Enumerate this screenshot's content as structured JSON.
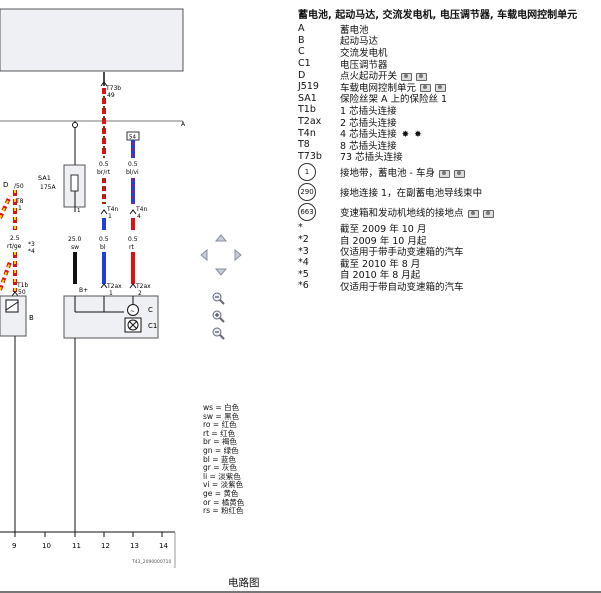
{
  "legend": {
    "title": "蓄电池, 起动马达, 交流发电机, 电压调节器, 车载电网控制单元",
    "items": [
      {
        "code": "A",
        "desc": "蓄电池",
        "icons": []
      },
      {
        "code": "B",
        "desc": "起动马达",
        "icons": []
      },
      {
        "code": "C",
        "desc": "交流发电机",
        "icons": []
      },
      {
        "code": "C1",
        "desc": "电压调节器",
        "icons": []
      },
      {
        "code": "D",
        "desc": "点火起动开关",
        "icons": [
          "camera-icon",
          "camera-icon"
        ]
      },
      {
        "code": "J519",
        "desc": "车载电网控制单元",
        "icons": [
          "camera-icon",
          "camera-icon"
        ]
      },
      {
        "code": "SA1",
        "desc": "保险丝架 A 上的保险丝 1",
        "icons": []
      },
      {
        "code": "T1b",
        "desc": "1 芯插头连接",
        "icons": []
      },
      {
        "code": "T2ax",
        "desc": "2 芯插头连接",
        "icons": []
      },
      {
        "code": "T4n",
        "desc": "4 芯插头连接",
        "icons": [
          "connector-icon",
          "connector-icon"
        ]
      },
      {
        "code": "T8",
        "desc": "8 芯插头连接",
        "icons": []
      },
      {
        "code": "T73b",
        "desc": "73 芯插头连接",
        "icons": []
      }
    ],
    "grounds": [
      {
        "code": "1",
        "desc": "接地带，蓄电池 - 车身",
        "icons": [
          "camera-icon",
          "camera-icon"
        ]
      },
      {
        "code": "290",
        "desc": "接地连接 1，在副蓄电池导线束中",
        "icons": []
      },
      {
        "code": "663",
        "desc": "变速箱和发动机地线的接地点",
        "icons": [
          "camera-icon",
          "camera-icon"
        ]
      }
    ],
    "notes": [
      {
        "code": "*",
        "desc": "截至 2009 年 10 月"
      },
      {
        "code": "*2",
        "desc": "自 2009 年 10 月起"
      },
      {
        "code": "*3",
        "desc": "仅适用于带手动变速箱的汽车"
      },
      {
        "code": "*4",
        "desc": "截至 2010 年 8 月"
      },
      {
        "code": "*5",
        "desc": "自 2010 年 8 月起"
      },
      {
        "code": "*6",
        "desc": "仅适用于带自动变速箱的汽车"
      }
    ]
  },
  "diagram": {
    "labels": {
      "t73b": "T73b",
      "t73b_pin": "49",
      "a_label": "A",
      "wire_red_size": "0.5",
      "wire_red_color": "br/rt",
      "wire_blvi_size": "0.5",
      "wire_blvi_color": "bl/vi",
      "box_a": "54",
      "sa1": "SA1",
      "sa1_rating": "175A",
      "d_label": "D",
      "d_pin": "/50",
      "t8": "T8",
      "t8_pin": "1",
      "t8_size": "2.5",
      "t8_color": "rt/ge",
      "n3": "*3",
      "n4": "*4",
      "t4n_a": "T4n",
      "t4n_a_pin": "1",
      "t4n_b": "T4n",
      "t4n_b_pin": "4",
      "sw_size": "25.0",
      "sw_color": "sw",
      "bl_size": "0.5",
      "bl_color": "bl",
      "rt_size": "0.5",
      "rt_color": "rt",
      "t1b": "T1b",
      "t1b_pin": "50",
      "b_label": "B",
      "bplus": "B+",
      "t2ax_a": "T2ax",
      "t2ax_a_pin": "1",
      "t2ax_b": "T2ax",
      "t2ax_b_pin": "2",
      "c_label": "C",
      "c1_label": "C1",
      "sa1_pin": "1"
    },
    "columns": [
      "9",
      "10",
      "11",
      "12",
      "13",
      "14"
    ],
    "doc_id": "T43_2090000710"
  },
  "wire_colors": [
    {
      "code": "ws",
      "name": "白色"
    },
    {
      "code": "sw",
      "name": "黑色"
    },
    {
      "code": "ro",
      "name": "红色"
    },
    {
      "code": "rt",
      "name": "红色"
    },
    {
      "code": "br",
      "name": "褐色"
    },
    {
      "code": "gn",
      "name": "绿色"
    },
    {
      "code": "bl",
      "name": "蓝色"
    },
    {
      "code": "gr",
      "name": "灰色"
    },
    {
      "code": "li",
      "name": "淡紫色"
    },
    {
      "code": "vi",
      "name": "淡紫色"
    },
    {
      "code": "ge",
      "name": "黄色"
    },
    {
      "code": "or",
      "name": "橘黄色"
    },
    {
      "code": "rs",
      "name": "粉红色"
    }
  ],
  "caption": "电路图",
  "palette": {
    "red": "#e01010",
    "blue": "#1f3fe0",
    "black": "#111111",
    "yellow": "#f2d400",
    "violet": "#8a1aa0",
    "brown": "#7a3a12"
  }
}
